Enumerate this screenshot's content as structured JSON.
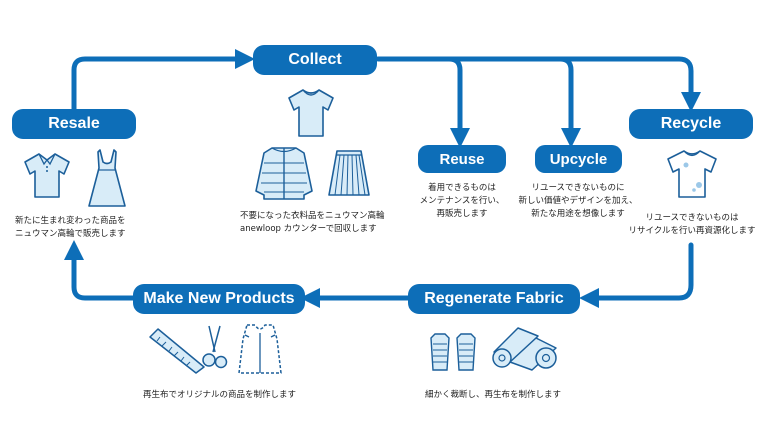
{
  "nodes": {
    "collect": {
      "label": "Collect",
      "caption": [
        "不要になった衣料品をニュウマン高輪",
        "anewloop カウンターで回収します"
      ]
    },
    "resale": {
      "label": "Resale",
      "caption": [
        "新たに生まれ変わった商品を",
        "ニュウマン高輪で販売します"
      ]
    },
    "recycle": {
      "label": "Recycle",
      "caption": [
        "リユースできないものは",
        "リサイクルを行い再資源化します"
      ]
    },
    "reuse": {
      "label": "Reuse",
      "caption": [
        "着用できるものは",
        "メンテナンスを行い、",
        "再販売します"
      ]
    },
    "upcycle": {
      "label": "Upcycle",
      "caption": [
        "リユースできないものに",
        "新しい価値やデザインを加え、",
        "新たな用途を想像します"
      ]
    },
    "regenerate": {
      "label": "Regenerate Fabric",
      "caption": [
        "細かく裁断し、再生布を制作します"
      ]
    },
    "make": {
      "label": "Make New Products",
      "caption": [
        "再生布でオリジナルの商品を制作します"
      ]
    }
  },
  "colors": {
    "accent": "#0d6eb8",
    "icon_fill": "#d8ecf8",
    "icon_stroke": "#1c5f9a"
  },
  "icons": [
    "tshirt-icon",
    "down-jacket-icon",
    "pleated-skirt-icon",
    "polo-shirt-icon",
    "dress-icon",
    "stained-tshirt-icon",
    "thread-spools-icon",
    "fabric-rolls-icon",
    "ruler-icon",
    "scissors-icon",
    "vest-pattern-icon"
  ]
}
